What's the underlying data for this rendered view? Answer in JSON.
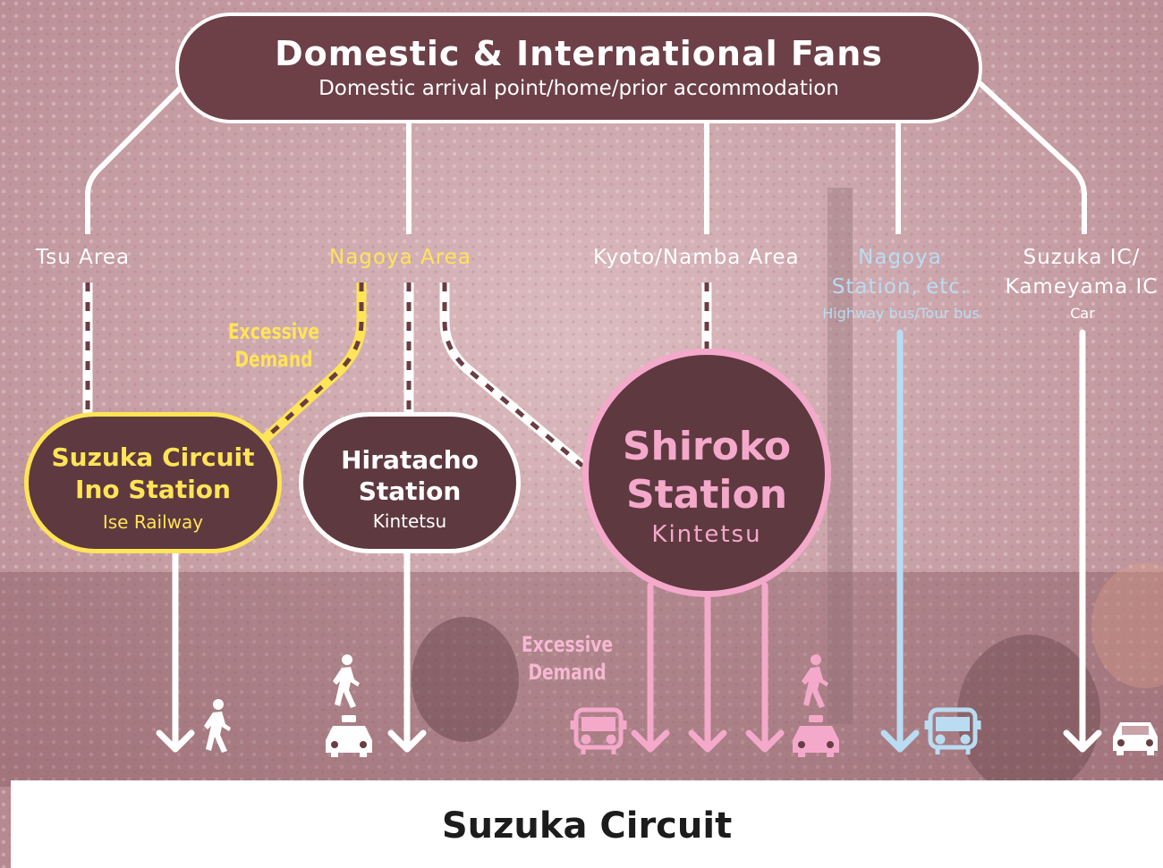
{
  "header": {
    "title": "Domestic & International Fans",
    "subtitle": "Domestic arrival point/home/prior accommodation"
  },
  "areas": {
    "tsu": "Tsu Area",
    "nagoya": "Nagoya Area",
    "kyoto": "Kyoto/Namba Area",
    "nagoya_station_line1": "Nagoya",
    "nagoya_station_line2": "Station, etc.",
    "nagoya_station_sub": "Highway bus/Tour bus",
    "suzuka_ic_line1": "Suzuka IC/",
    "suzuka_ic_line2": "Kameyama IC",
    "suzuka_ic_sub": "Car"
  },
  "notes": {
    "excessive_yellow_line1": "Excessive",
    "excessive_yellow_line2": "Demand",
    "excessive_pink_line1": "Excessive",
    "excessive_pink_line2": "Demand"
  },
  "stations": {
    "ino": {
      "line1": "Suzuka Circuit",
      "line2": "Ino Station",
      "operator": "Ise Railway"
    },
    "hiratacho": {
      "line1": "Hiratacho",
      "line2": "Station",
      "operator": "Kintetsu"
    },
    "shiroko": {
      "line1": "Shiroko",
      "line2": "Station",
      "operator": "Kintetsu"
    }
  },
  "destination": "Suzuka Circuit",
  "icons": [
    "walking-person-icon",
    "taxi-icon",
    "bus-icon",
    "car-icon"
  ],
  "colors": {
    "background_tint": "#c9a3a8",
    "node_fill": "#5e3940",
    "header_fill": "#6d4047",
    "yellow_accent": "#ffe457",
    "pink_accent": "#f4a9cb",
    "blue_accent": "#b9dcf2",
    "white": "#ffffff"
  }
}
